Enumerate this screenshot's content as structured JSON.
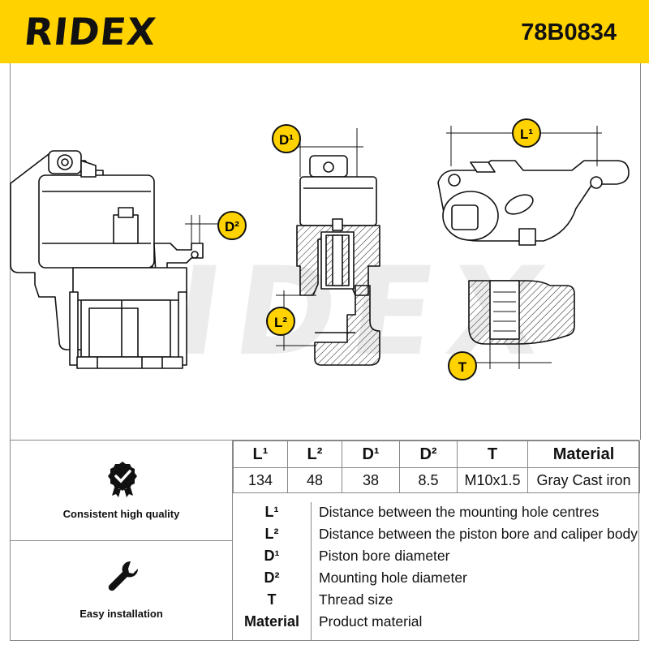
{
  "brand": {
    "logo_text": "RIDEX",
    "part_number": "78B0834",
    "accent_color": "#FFD200"
  },
  "callouts": {
    "d1": "D¹",
    "d2": "D²",
    "l1": "L¹",
    "l2": "L²",
    "t": "T"
  },
  "features": [
    {
      "icon": "badge-check-icon",
      "label": "Consistent high quality"
    },
    {
      "icon": "wrench-icon",
      "label": "Easy installation"
    }
  ],
  "spec_table": {
    "headers": [
      "L¹",
      "L²",
      "D¹",
      "D²",
      "T",
      "Material"
    ],
    "values": [
      "134",
      "48",
      "38",
      "8.5",
      "M10x1.5",
      "Gray Cast iron"
    ]
  },
  "legend": [
    {
      "key": "L¹",
      "desc": "Distance between the mounting hole centres"
    },
    {
      "key": "L²",
      "desc": "Distance between the piston bore and caliper body"
    },
    {
      "key": "D¹",
      "desc": "Piston bore diameter"
    },
    {
      "key": "D²",
      "desc": "Mounting hole diameter"
    },
    {
      "key": "T",
      "desc": "Thread size"
    },
    {
      "key": "Material",
      "desc": "Product material"
    }
  ]
}
